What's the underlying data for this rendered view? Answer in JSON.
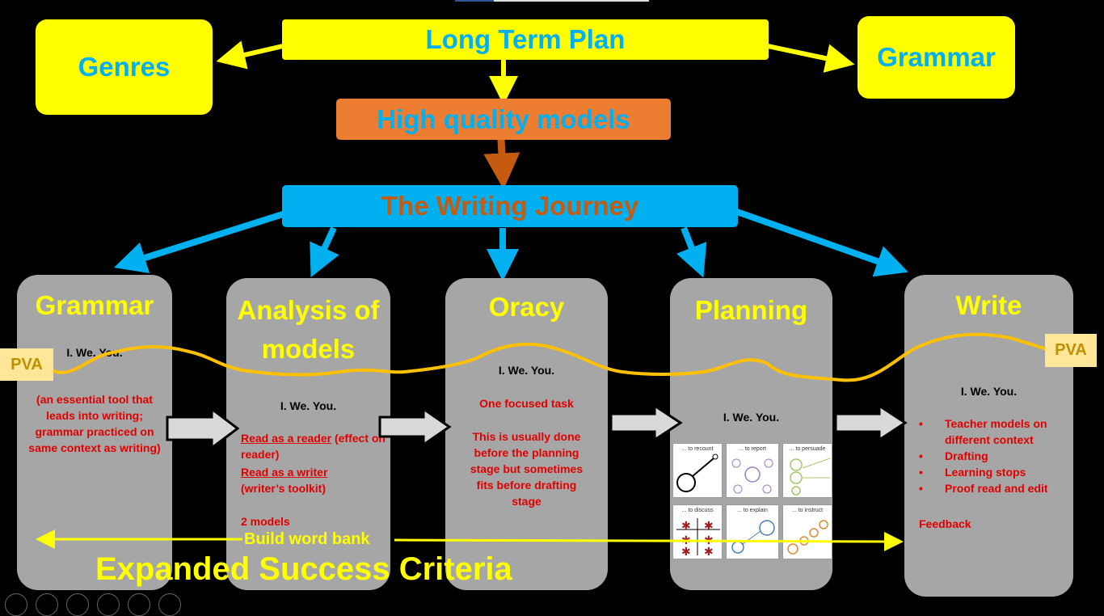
{
  "top": {
    "long_term_plan": "Long Term Plan",
    "genres": "Genres",
    "grammar": "Grammar",
    "high_quality_models": "High quality models",
    "writing_journey": "The Writing Journey"
  },
  "stages": {
    "grammar": {
      "title": "Grammar",
      "i_we_you": "I. We. You.",
      "note": "(an essential tool that leads into writing; grammar practiced on same context as writing)"
    },
    "analysis": {
      "title_line1": "Analysis of",
      "title_line2": "models",
      "i_we_you": "I. We. You.",
      "read_reader_link": "Read as a reader",
      "read_reader_rest": " (effect on reader)",
      "read_writer_link": "Read as a writer",
      "read_writer_rest": "(writer’s toolkit)",
      "two_models": "2 models"
    },
    "oracy": {
      "title": "Oracy",
      "i_we_you": "I. We. You.",
      "focused": "One focused task",
      "usually": "This is usually done before the planning stage but sometimes fits before drafting stage"
    },
    "planning": {
      "title": "Planning",
      "i_we_you": "I. We. You.",
      "thumbs": [
        "... to recount",
        "... to report",
        "... to persuade",
        "... to discuss",
        "... to explain",
        "... to instruct"
      ]
    },
    "write": {
      "title": "Write",
      "i_we_you": "I. We. You.",
      "bullets": [
        "Teacher models on different context",
        "Drafting",
        "Learning stops",
        "Proof read and edit"
      ],
      "feedback": "Feedback"
    }
  },
  "pva_left": "PVA",
  "pva_right": "PVA",
  "build_word_bank": "Build word bank",
  "expanded_success_criteria": "Expanded Success Criteria",
  "colors": {
    "yellow": "#ffff00",
    "cyan": "#00b0f0",
    "orange": "#ed7d31",
    "grey": "#a6a6a6",
    "red": "#e00000",
    "wave": "#ffc000"
  }
}
